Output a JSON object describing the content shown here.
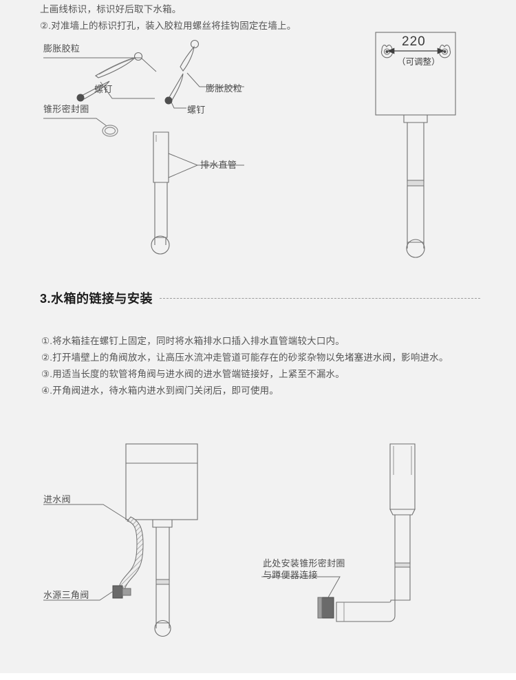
{
  "page": {
    "background_color": "#f2f2f2",
    "line_color": "#6f6f6f",
    "text_color": "#555555"
  },
  "top_text": {
    "line1": "上画线标识，标识好后取下水箱。",
    "line2": "②.对准墙上的标识打孔，装入胶粒用螺丝将挂钩固定在墙上。"
  },
  "parts_diagram": {
    "labels": {
      "expansion_plug_left": "膨胀胶粒",
      "screw_left": "螺钉",
      "expansion_plug_right": "膨胀胶粒",
      "screw_right": "螺钉",
      "cone_seal_ring": "锥形密封圈",
      "drain_straight_pipe": "排水直管"
    }
  },
  "tank_dimension_diagram": {
    "dimension_value": "220",
    "dimension_note": "（可调整）"
  },
  "section": {
    "number_and_title": "3.水箱的链接与安装",
    "steps": [
      "①.将水箱挂在螺钉上固定，同时将水箱排水口插入排水直管端较大口内。",
      "②.打开墙壁上的角阀放水，让高压水流冲走管道可能存在的砂浆杂物以免堵塞进水阀，影响进水。",
      "③.用适当长度的软管将角阀与进水阀的进水管端链接好，上紧至不漏水。",
      "④.开角阀进水，待水箱内进水到阀门关闭后，即可使用。"
    ]
  },
  "install_diagram_left": {
    "labels": {
      "inlet_valve": "进水阀",
      "source_angle_valve": "水源三角阀"
    }
  },
  "install_diagram_right": {
    "labels": {
      "cone_seal_note_line1": "此处安装锥形密封圈",
      "cone_seal_note_line2": "与蹲便器连接"
    }
  }
}
